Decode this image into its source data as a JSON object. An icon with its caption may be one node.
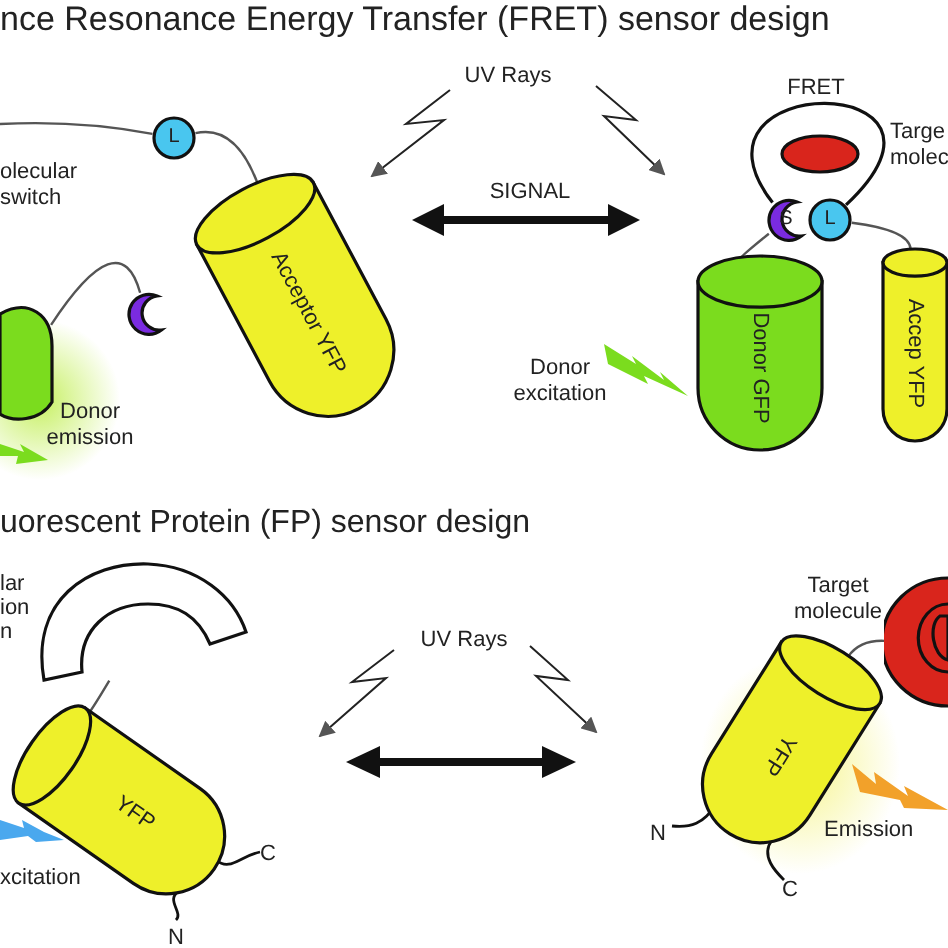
{
  "diagram": {
    "title": "nce Resonance Energy Transfer (FRET) sensor design",
    "nodes": [
      {
        "text": [
          "Acceptor YFP"
        ]
      },
      {
        "text": [
          "L"
        ]
      },
      {
        "text": [],
        "shape": "crescent"
      },
      {
        "text": [],
        "shape": "cylinder"
      },
      {
        "text": [
          "Donor GFP"
        ]
      },
      {
        "text": [
          "Accep YFP"
        ]
      },
      {
        "text": [
          "S"
        ]
      },
      {
        "text": [
          "L"
        ]
      },
      {
        "text": [],
        "shape": "ellipse"
      },
      {
        "text": [],
        "shape": "arc",
        "beside": [
          "lar ion n"
        ]
      },
      {
        "text": [
          "YFP"
        ]
      },
      {
        "text": [
          "YFP"
        ]
      },
      {
        "text": [],
        "shape": "circle"
      }
    ],
    "edges": [
      {
        "from": 3,
        "to": 2,
        "arrow": "none"
      },
      {
        "from": 1,
        "to": 0,
        "arrow": "none"
      },
      {
        "from": 6,
        "to": 4,
        "arrow": "none"
      },
      {
        "from": 7,
        "to": 5,
        "arrow": "none"
      },
      {
        "from": 9,
        "to": 10,
        "arrow": "none"
      },
      {
        "from": 11,
        "to": 12,
        "arrow": "none"
      },
      {
        "from": null,
        "to": 1,
        "arrow": "none"
      },
      {
        "from": 6,
        "to": 7,
        "arrow": "none"
      }
    ],
    "labels": [
      "UV Rays",
      "FRET",
      "Targe molec",
      "olecular switch",
      "SIGNAL",
      "Donor excitation",
      "Donor emission",
      "uorescent Protein (FP) sensor design",
      "UV Rays",
      "Target molecule",
      "xcitation",
      "C",
      "N",
      "N",
      "Emission",
      "C"
    ]
  }
}
